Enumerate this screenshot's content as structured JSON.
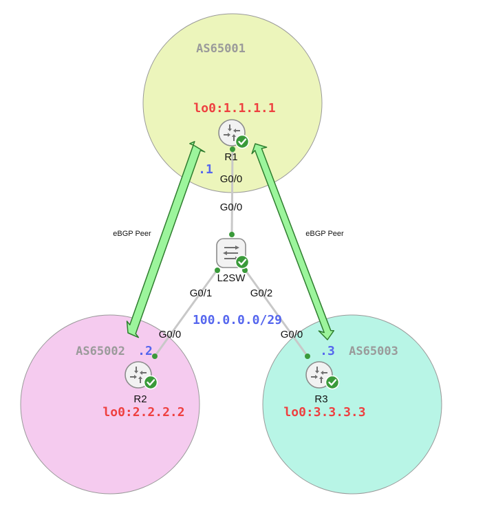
{
  "autonomous_systems": [
    {
      "id": "as1",
      "name": "AS65001",
      "color": "#ecf5bb"
    },
    {
      "id": "as2",
      "name": "AS65002",
      "color": "#f5cbef"
    },
    {
      "id": "as3",
      "name": "AS65003",
      "color": "#b8f5e6"
    }
  ],
  "routers": [
    {
      "id": "r1",
      "name": "R1",
      "loopback": "lo0:1.1.1.1",
      "host_ip": ".1",
      "interface": "G0/0",
      "type": "router-icon"
    },
    {
      "id": "r2",
      "name": "R2",
      "loopback": "lo0:2.2.2.2",
      "host_ip": ".2",
      "interface": "G0/0",
      "type": "router-icon"
    },
    {
      "id": "r3",
      "name": "R3",
      "loopback": "lo0:3.3.3.3",
      "host_ip": ".3",
      "interface": "G0/0",
      "type": "router-icon"
    }
  ],
  "switch": {
    "name": "L2SW",
    "type": "switch-icon",
    "ports": {
      "to_r1": "G0/0",
      "to_r2": "G0/1",
      "to_r3": "G0/2"
    }
  },
  "subnet": "100.0.0.0/29",
  "peerings": [
    {
      "label": "eBGP Peer",
      "between": [
        "R1",
        "R2"
      ]
    },
    {
      "label": "eBGP Peer",
      "between": [
        "R1",
        "R3"
      ]
    }
  ],
  "status_icon": "check-badge-icon",
  "colors": {
    "link": "#c8c8c8",
    "endpoint": "#3a9a3a",
    "arrow_fill": "#9cf59c",
    "arrow_stroke": "#2e7d2e",
    "check": "#3a9a3a"
  }
}
